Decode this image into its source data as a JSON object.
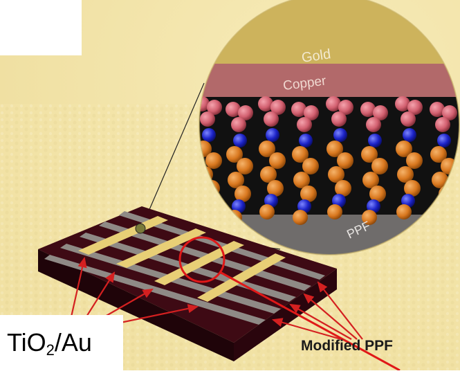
{
  "zoom_layers": {
    "gold": "Gold",
    "copper": "Copper",
    "ppf": "PPF"
  },
  "labels": {
    "tio2_prefix": "TiO",
    "tio2_subscript": "2",
    "tio2_suffix": "/Au",
    "modified_ppf": "Modified PPF"
  },
  "colors": {
    "background": "#f2e3a6",
    "substrate": "#3a0a14",
    "gold_strip": "#e8cf76",
    "grey_strip": "#8f8a86",
    "arrow": "#d42020",
    "highlight_circle": "#e01818"
  }
}
